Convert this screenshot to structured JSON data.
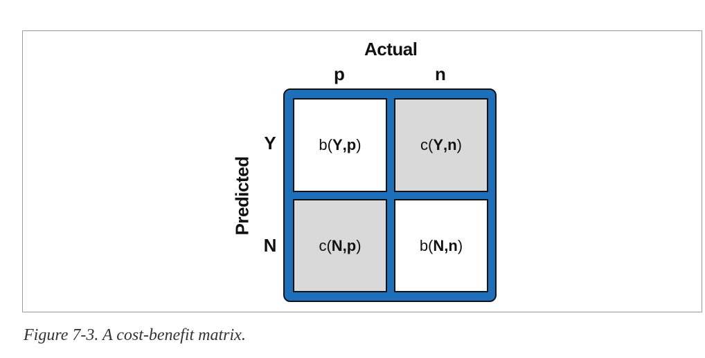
{
  "diagram": {
    "actual_title": "Actual",
    "predicted_title": "Predicted",
    "columns": [
      {
        "label": "p"
      },
      {
        "label": "n"
      }
    ],
    "rows": [
      {
        "label": "Y"
      },
      {
        "label": "N"
      }
    ],
    "cells": [
      {
        "prefix": "b(",
        "row": "Y",
        "sep": ",",
        "col": "p",
        "suffix": ")",
        "fill": "#ffffff"
      },
      {
        "prefix": "c(",
        "row": "Y",
        "sep": ",",
        "col": "n",
        "suffix": ")",
        "fill": "#d9d9d9"
      },
      {
        "prefix": "c(",
        "row": "N",
        "sep": ",",
        "col": "p",
        "suffix": ")",
        "fill": "#d9d9d9"
      },
      {
        "prefix": "b(",
        "row": "N",
        "sep": ",",
        "col": "n",
        "suffix": ")",
        "fill": "#ffffff"
      }
    ],
    "colors": {
      "matrix_border": "#1d6fba",
      "cost_cell": "#d9d9d9",
      "benefit_cell": "#ffffff"
    }
  },
  "caption": "Figure 7-3. A cost-benefit matrix."
}
